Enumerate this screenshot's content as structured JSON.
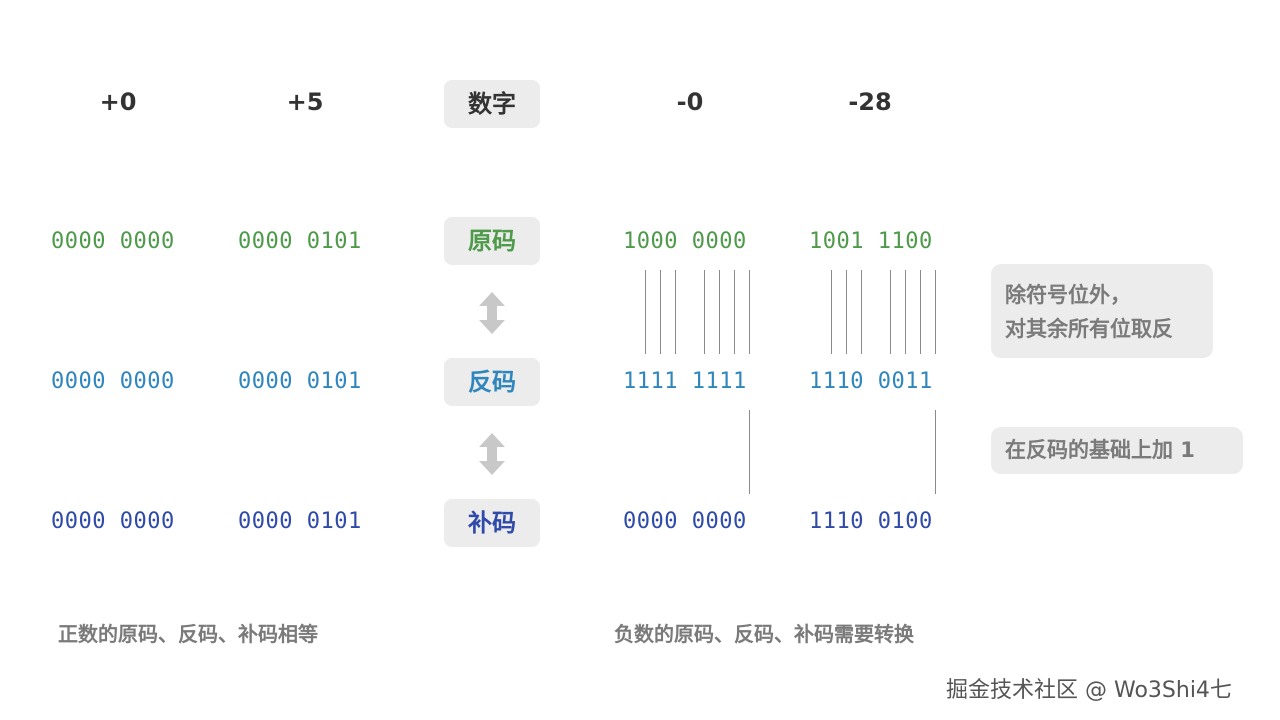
{
  "headers": {
    "pos0": "+0",
    "pos5": "+5",
    "center": "数字",
    "neg0": "-0",
    "neg28": "-28"
  },
  "rows": {
    "original": {
      "label": "原码",
      "pos0": "0000 0000",
      "pos5": "0000 0101",
      "neg0": "1000 0000",
      "neg28": "1001 1100"
    },
    "ones": {
      "label": "反码",
      "pos0": "0000 0000",
      "pos5": "0000 0101",
      "neg0": "1111 1111",
      "neg28": "1110 0011"
    },
    "twos": {
      "label": "补码",
      "pos0": "0000 0000",
      "pos5": "0000 0101",
      "neg0": "0000 0000",
      "neg28": "1110 0100"
    }
  },
  "notes": {
    "invert_line1": "除符号位外，",
    "invert_line2": "对其余所有位取反",
    "add_one": "在反码的基础上加 1"
  },
  "captions": {
    "positive": "正数的原码、反码、补码相等",
    "negative": "负数的原码、反码、补码需要转换"
  },
  "watermark": "掘金技术社区 @ Wo3Shi4七",
  "colors": {
    "original": "#4e9a4a",
    "ones": "#2f86bd",
    "twos": "#2f4aa8",
    "box": "#ececec"
  },
  "icons": {
    "arrow1": "double-arrow-vertical-icon",
    "arrow2": "double-arrow-vertical-icon"
  }
}
